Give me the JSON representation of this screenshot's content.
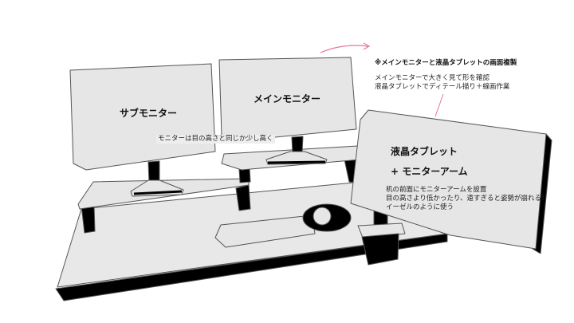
{
  "labels": {
    "sub_monitor": "サブモニター",
    "main_monitor": "メインモニター",
    "monitor_height_note": "モニターは目の高さと同じか少し高く",
    "tablet_title_1": "液晶タブレット",
    "tablet_title_2": "+ モニターアーム",
    "tablet_notes": [
      "机の前面にモニターアームを設置",
      "目の高さより低かったり、遠すぎると姿勢が崩れる！",
      "イーゼルのように使う"
    ],
    "mirror_note": {
      "title": "※メインモニターと液晶タブレットの画面複製",
      "lines": [
        "メインモニターで大きく見て形を確認",
        "液晶タブレットでディテール描り＋線画作業"
      ]
    }
  },
  "colors": {
    "surface": "#e6e6e6",
    "outline": "#555555",
    "shadow": "#000000",
    "arrow": "#e8759a"
  }
}
